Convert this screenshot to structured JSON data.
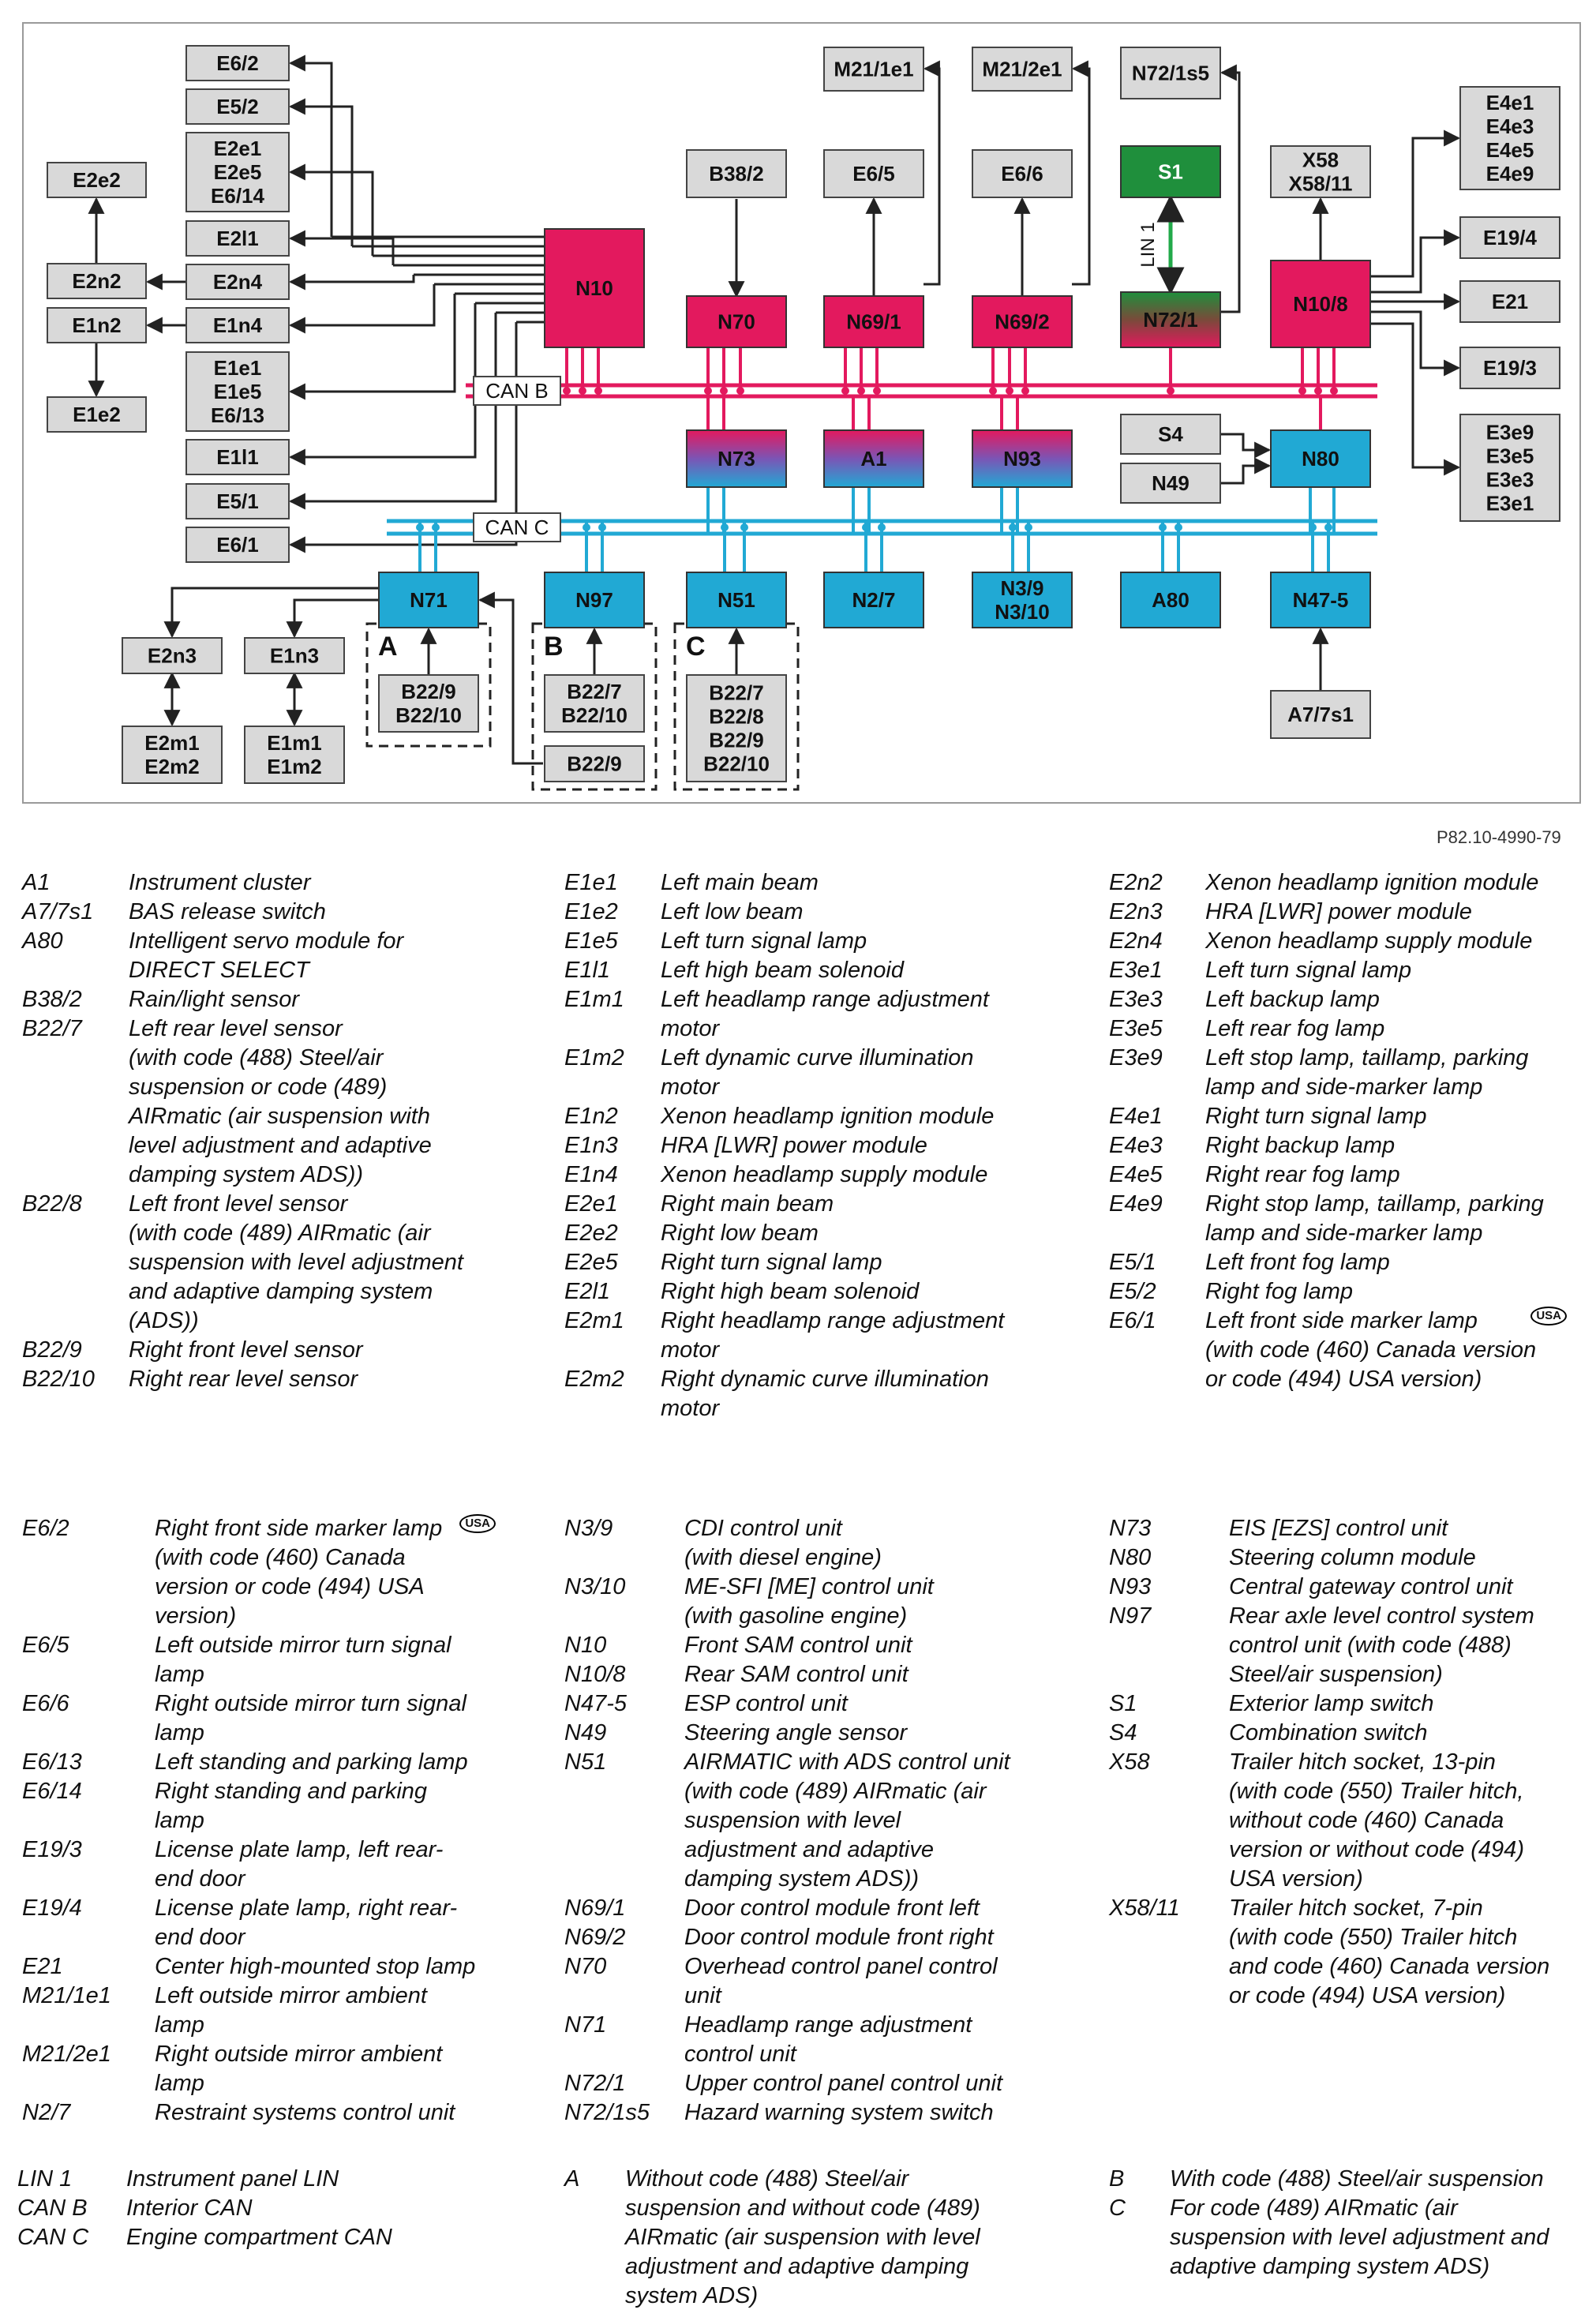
{
  "figure_id": "P82.10-4990-79",
  "colors": {
    "gray_box": "#d9d9d9",
    "magenta": "#e3195e",
    "cyan": "#21a9d4",
    "green": "#1f8f3c",
    "green_light": "#22a94a",
    "violet": "#7b55b5",
    "can_b_line": "#e3195e",
    "can_c_line": "#21a9d4"
  },
  "diagram": {
    "bus_labels": {
      "can_b": "CAN B",
      "can_c": "CAN C",
      "lin": "LIN 1"
    },
    "group_labels": {
      "a": "A",
      "b": "B",
      "c": "C"
    },
    "boxes": {
      "e6_2": "E6/2",
      "e5_2": "E5/2",
      "e2e1_group": "E2e1\nE2e5\nE6/14",
      "e2l1": "E2l1",
      "e2n4": "E2n4",
      "e1n4": "E1n4",
      "e1e1_group": "E1e1\nE1e5\nE6/13",
      "e1l1": "E1l1",
      "e5_1": "E5/1",
      "e6_1": "E6/1",
      "e2e2": "E2e2",
      "e2n2": "E2n2",
      "e1n2": "E1n2",
      "e1e2": "E1e2",
      "n10": "N10",
      "b38_2": "B38/2",
      "n70": "N70",
      "m21_1e1": "M21/1e1",
      "e6_5": "E6/5",
      "n69_1": "N69/1",
      "m21_2e1": "M21/2e1",
      "e6_6": "E6/6",
      "n69_2": "N69/2",
      "n72_1s5": "N72/1s5",
      "s1": "S1",
      "n72_1": "N72/1",
      "x58_group": "X58\nX58/11",
      "n10_8": "N10/8",
      "e4e_group": "E4e1\nE4e3\nE4e5\nE4e9",
      "e19_4": "E19/4",
      "e21": "E21",
      "e19_3": "E19/3",
      "e3e_group": "E3e9\nE3e5\nE3e3\nE3e1",
      "n73": "N73",
      "a1": "A1",
      "n93": "N93",
      "s4": "S4",
      "n49": "N49",
      "n80": "N80",
      "n71": "N71",
      "n97": "N97",
      "n51": "N51",
      "n2_7": "N2/7",
      "n3_group": "N3/9\nN3/10",
      "a80": "A80",
      "n47_5": "N47-5",
      "e2n3": "E2n3",
      "e1n3": "E1n3",
      "e2m_group": "E2m1\nE2m2",
      "e1m_group": "E1m1\nE1m2",
      "b22_a": "B22/9\nB22/10",
      "b22_b": "B22/7\nB22/10",
      "b22_9": "B22/9",
      "b22_c": "B22/7\nB22/8\nB22/9\nB22/10",
      "a7_7s1": "A7/7s1"
    }
  },
  "legend": {
    "section1": {
      "col1": [
        {
          "code": "A1",
          "desc": "Instrument cluster"
        },
        {
          "code": "A7/7s1",
          "desc": "BAS release switch"
        },
        {
          "code": "A80",
          "desc": "Intelligent servo module for\nDIRECT SELECT"
        },
        {
          "code": "B38/2",
          "desc": "Rain/light sensor"
        },
        {
          "code": "B22/7",
          "desc": "Left rear level sensor\n(with code (488) Steel/air\nsuspension or code (489)\nAIRmatic (air suspension with\nlevel adjustment and adaptive\ndamping system ADS))"
        },
        {
          "code": "B22/8",
          "desc": "Left front level sensor\n(with code (489) AIRmatic (air\nsuspension with level adjustment\nand adaptive damping system\n(ADS))"
        },
        {
          "code": "B22/9",
          "desc": "Right front level sensor"
        },
        {
          "code": "B22/10",
          "desc": "Right rear level sensor"
        }
      ],
      "col2": [
        {
          "code": "E1e1",
          "desc": "Left main beam"
        },
        {
          "code": "E1e2",
          "desc": "Left low beam"
        },
        {
          "code": "E1e5",
          "desc": "Left turn signal lamp"
        },
        {
          "code": "E1l1",
          "desc": "Left high beam solenoid"
        },
        {
          "code": "E1m1",
          "desc": "Left headlamp range adjustment\nmotor"
        },
        {
          "code": "E1m2",
          "desc": "Left dynamic curve illumination\nmotor"
        },
        {
          "code": "E1n2",
          "desc": "Xenon headlamp ignition module"
        },
        {
          "code": "E1n3",
          "desc": "HRA [LWR] power module"
        },
        {
          "code": "E1n4",
          "desc": "Xenon headlamp supply module"
        },
        {
          "code": "E2e1",
          "desc": "Right main beam"
        },
        {
          "code": "E2e2",
          "desc": "Right low beam"
        },
        {
          "code": "E2e5",
          "desc": "Right turn signal lamp"
        },
        {
          "code": "E2l1",
          "desc": "Right high beam solenoid"
        },
        {
          "code": "E2m1",
          "desc": "Right headlamp range adjustment\nmotor"
        },
        {
          "code": "E2m2",
          "desc": "Right dynamic curve illumination\nmotor"
        }
      ],
      "col3": [
        {
          "code": "E2n2",
          "desc": "Xenon headlamp ignition module"
        },
        {
          "code": "E2n3",
          "desc": "HRA [LWR] power module"
        },
        {
          "code": "E2n4",
          "desc": "Xenon headlamp supply module"
        },
        {
          "code": "E3e1",
          "desc": "Left turn signal lamp"
        },
        {
          "code": "E3e3",
          "desc": "Left backup lamp"
        },
        {
          "code": "E3e5",
          "desc": "Left rear fog lamp"
        },
        {
          "code": "E3e9",
          "desc": "Left stop lamp, taillamp, parking\nlamp and side-marker lamp"
        },
        {
          "code": "E4e1",
          "desc": "Right turn signal lamp"
        },
        {
          "code": "E4e3",
          "desc": "Right backup lamp"
        },
        {
          "code": "E4e5",
          "desc": "Right rear fog lamp"
        },
        {
          "code": "E4e9",
          "desc": "Right stop lamp, taillamp, parking\nlamp and side-marker lamp"
        },
        {
          "code": "E5/1",
          "desc": "Left front fog lamp"
        },
        {
          "code": "E5/2",
          "desc": "Right fog lamp"
        },
        {
          "code": "E6/1",
          "desc": "Left front side marker lamp\n(with code (460) Canada version\nor code (494) USA version)",
          "badge": "USA"
        }
      ]
    },
    "section2": {
      "col1": [
        {
          "code": "E6/2",
          "desc": "Right front side marker lamp\n  (with code (460) Canada\nversion or code (494) USA\nversion)",
          "badge": "USA"
        },
        {
          "code": "E6/5",
          "desc": "Left outside mirror turn signal\nlamp"
        },
        {
          "code": "E6/6",
          "desc": "Right outside mirror turn signal\nlamp"
        },
        {
          "code": "E6/13",
          "desc": "Left standing and parking lamp"
        },
        {
          "code": "E6/14",
          "desc": "Right standing and parking\nlamp"
        },
        {
          "code": "E19/3",
          "desc": "License plate lamp, left rear-\nend door"
        },
        {
          "code": "E19/4",
          "desc": "License plate lamp, right rear-\nend door"
        },
        {
          "code": "E21",
          "desc": "Center high-mounted stop lamp"
        },
        {
          "code": "M21/1e1",
          "desc": "Left outside mirror ambient\nlamp"
        },
        {
          "code": "M21/2e1",
          "desc": "Right outside mirror ambient\nlamp"
        },
        {
          "code": "N2/7",
          "desc": "Restraint systems control unit"
        }
      ],
      "col2": [
        {
          "code": "N3/9",
          "desc": "CDI control unit\n(with diesel engine)"
        },
        {
          "code": "N3/10",
          "desc": "ME-SFI [ME] control unit\n(with gasoline engine)"
        },
        {
          "code": "N10",
          "desc": "Front SAM control unit"
        },
        {
          "code": "N10/8",
          "desc": "Rear SAM control unit"
        },
        {
          "code": "N47-5",
          "desc": "ESP control unit"
        },
        {
          "code": "N49",
          "desc": "Steering angle sensor"
        },
        {
          "code": "N51",
          "desc": "AIRMATIC with ADS control unit\n(with code (489) AIRmatic (air\nsuspension with level\nadjustment and adaptive\ndamping system ADS))"
        },
        {
          "code": "N69/1",
          "desc": "Door control module front left"
        },
        {
          "code": "N69/2",
          "desc": "Door control module front right"
        },
        {
          "code": "N70",
          "desc": "Overhead control panel control\nunit"
        },
        {
          "code": "N71",
          "desc": "Headlamp range adjustment\ncontrol unit"
        },
        {
          "code": "N72/1",
          "desc": "Upper control panel control unit"
        },
        {
          "code": "N72/1s5",
          "desc": "Hazard warning system switch"
        }
      ],
      "col3": [
        {
          "code": "N73",
          "desc": "EIS [EZS] control unit"
        },
        {
          "code": "N80",
          "desc": "Steering column module"
        },
        {
          "code": "N93",
          "desc": "Central gateway control unit"
        },
        {
          "code": "N97",
          "desc": "Rear axle level control system\ncontrol unit (with code (488)\nSteel/air suspension)"
        },
        {
          "code": "S1",
          "desc": "Exterior lamp switch"
        },
        {
          "code": "S4",
          "desc": "Combination switch"
        },
        {
          "code": "X58",
          "desc": "Trailer hitch socket, 13-pin\n(with code (550) Trailer hitch,\nwithout code (460) Canada\nversion or without code (494)\nUSA version)"
        },
        {
          "code": "X58/11",
          "desc": "Trailer hitch socket, 7-pin\n(with code (550) Trailer hitch\nand code (460) Canada version\nor code (494) USA version)"
        }
      ]
    },
    "section3": {
      "col1": [
        {
          "code": "LIN 1",
          "desc": "Instrument panel LIN"
        },
        {
          "code": "CAN B",
          "desc": "Interior CAN"
        },
        {
          "code": "CAN C",
          "desc": "Engine compartment CAN"
        }
      ],
      "col2": [
        {
          "code": "A",
          "desc": "Without code (488) Steel/air\nsuspension and without code (489)\nAIRmatic (air suspension with level\nadjustment and adaptive damping\nsystem ADS)"
        }
      ],
      "col3": [
        {
          "code": "B",
          "desc": "With code (488) Steel/air suspension"
        },
        {
          "code": "C",
          "desc": "For code (489) AIRmatic (air\nsuspension with level adjustment and\nadaptive damping system ADS)"
        }
      ]
    }
  }
}
